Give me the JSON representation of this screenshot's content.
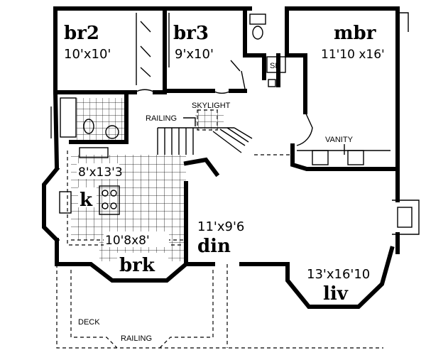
{
  "rooms": {
    "br2": {
      "name": "br2",
      "dim": "10'x10'"
    },
    "br3": {
      "name": "br3",
      "dim": "9'x10'"
    },
    "mbr": {
      "name": "mbr",
      "dim": "11'10 x16'"
    },
    "kitchen": {
      "name": "k",
      "dim": "8'x13'3"
    },
    "breakfast": {
      "name": "brk",
      "dim": "10'8x8'"
    },
    "dining": {
      "name": "din",
      "dim": "11'x9'6"
    },
    "living": {
      "name": "liv",
      "dim": "13'x16'10"
    }
  },
  "labels": {
    "shower": "SH",
    "skylight": "SKYLIGHT",
    "railing_top": "RAILING",
    "vanity": "VANITY",
    "deck": "DECK",
    "railing_bottom": "RAILING"
  }
}
